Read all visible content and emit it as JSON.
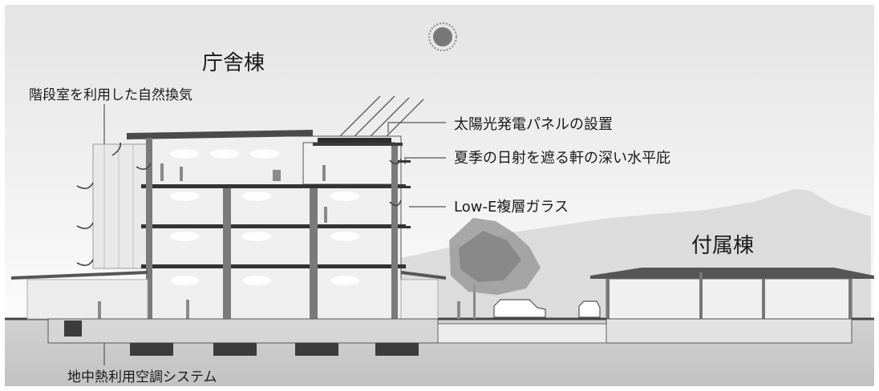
{
  "labels": {
    "main_building": "庁舎棟",
    "annex_building": "付属棟",
    "stair_ventilation": "階段室を利用した自然換気",
    "solar_panels": "太陽光発電パネルの設置",
    "deep_eaves": "夏季の日射を遮る軒の深い水平庇",
    "low_e_glass": "Low-E複層ガラス",
    "geothermal_hvac": "地中熱利用空調システム"
  },
  "colors": {
    "sky_top": "#e6e6e6",
    "sky_bottom": "#fafafa",
    "ground": "#6a6a6a",
    "ground_fill": "#c9c9c9",
    "structure": "#3a3a3a",
    "sun": "#7a7a7a"
  },
  "icons": [
    "sun-icon",
    "airflow-arrow-icon",
    "tree-icon",
    "car-icon",
    "person-icon"
  ]
}
